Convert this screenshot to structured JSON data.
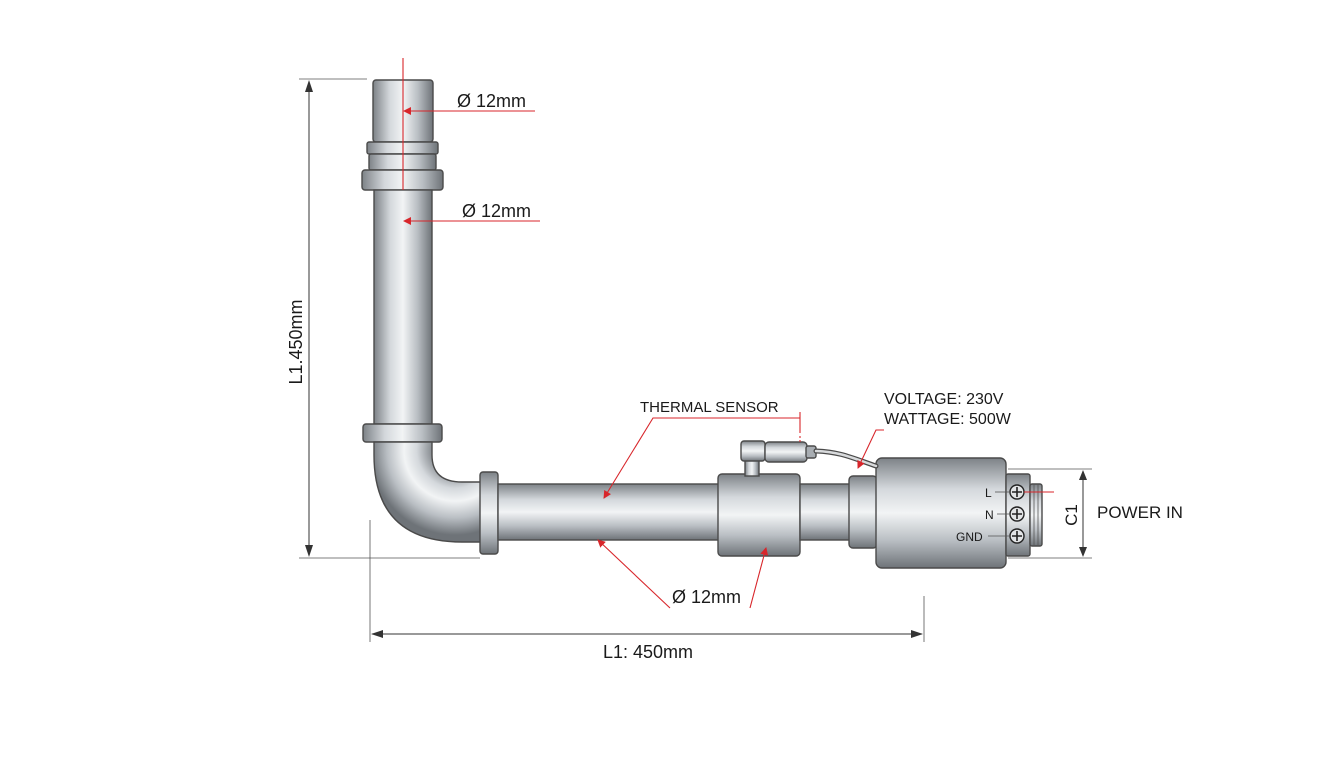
{
  "labels": {
    "dia_top": "Ø 12mm",
    "dia_upper": "Ø 12mm",
    "dia_lower": "Ø 12mm",
    "length_vertical": "L1.450mm",
    "length_horizontal": "L1: 450mm",
    "thermal_sensor": "THERMAL SENSOR",
    "voltage": "VOLTAGE: 230V",
    "wattage": "WATTAGE: 500W",
    "terminal_l": "L",
    "terminal_n": "N",
    "terminal_gnd": "GND",
    "c1": "C1",
    "power_in": "POWER IN"
  },
  "colors": {
    "annotation": "#d8262b",
    "metal_dark": "#7d8287",
    "metal_light": "#eef0f2",
    "outline": "#4a4a4a"
  }
}
